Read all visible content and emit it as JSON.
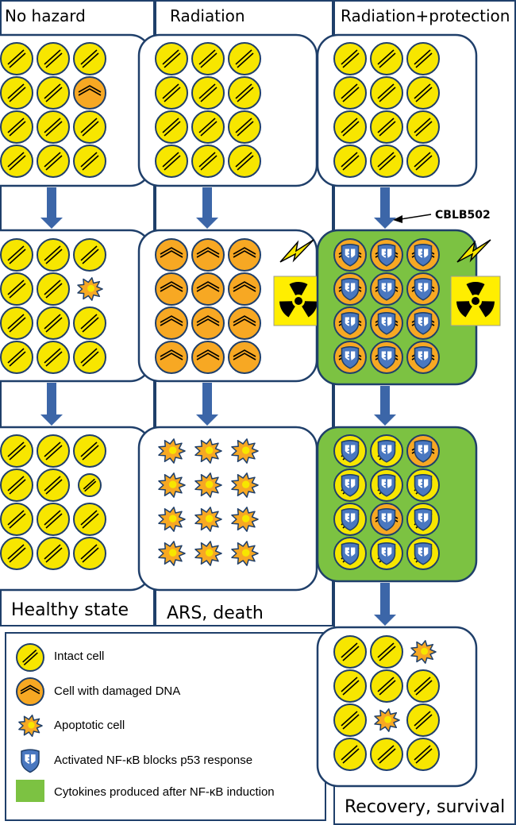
{
  "columns": [
    {
      "title": "No hazard",
      "caption": "Healthy state"
    },
    {
      "title": "Radiation",
      "caption": "ARS, death"
    },
    {
      "title": "Radiation+protection",
      "caption": "Recovery, survival"
    }
  ],
  "drug": {
    "label": "CBLB502"
  },
  "legend": {
    "items": [
      {
        "icon": "intact-cell",
        "label": "Intact cell"
      },
      {
        "icon": "damaged-cell",
        "label": "Cell with damaged DNA"
      },
      {
        "icon": "apoptotic-cell",
        "label": "Apoptotic cell"
      },
      {
        "icon": "nfkb-shield",
        "label": "Activated NF-κB blocks p53 response"
      },
      {
        "icon": "cytokine-square",
        "label": "Cytokines produced after NF-κB induction"
      }
    ]
  },
  "colors": {
    "intact": "#f7e600",
    "damaged": "#f7a823",
    "cytokine": "#7cc242",
    "border": "#1f3f6a",
    "arrow": "#3c66a8",
    "shield": "#4a78c0",
    "hazard_bg": "#ffee00"
  }
}
